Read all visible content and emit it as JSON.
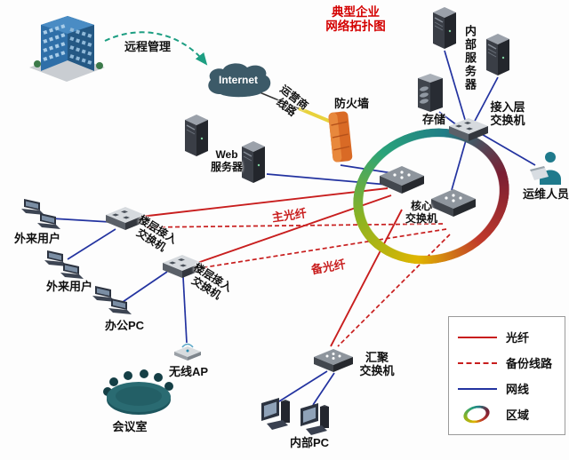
{
  "title": {
    "line1": "典型企业",
    "line2": "网络拓扑图"
  },
  "nodes": {
    "remote_mgmt": "远程管理",
    "internet": "Internet",
    "carrier_line": "运营商线路",
    "firewall": "防火墙",
    "internal_servers": "内部服务器",
    "storage": "存储",
    "access_switch_l1": "接入层",
    "access_switch_l2": "交换机",
    "ops_staff": "运维人员",
    "core_switch_l1": "核心",
    "core_switch_l2": "交换机",
    "web_server_l1": "Web",
    "web_server_l2": "服务器",
    "floor_switch_l1": "楼层接入",
    "floor_switch_l2": "交换机",
    "external_users": "外来用户",
    "office_pc": "办公PC",
    "wireless_ap": "无线AP",
    "meeting_room": "会议室",
    "agg_switch_l1": "汇聚",
    "agg_switch_l2": "交换机",
    "internal_pc": "内部PC",
    "main_fiber": "主光纤",
    "backup_fiber": "备光纤"
  },
  "legend": {
    "items": [
      {
        "label": "光纤"
      },
      {
        "label": "备份线路"
      },
      {
        "label": "网线"
      },
      {
        "label": "区域"
      }
    ]
  },
  "colors": {
    "fiber_line": "#c81e1e",
    "network_cable": "#2333a0",
    "carrier_highlight": "#e8d23c",
    "title_red": "#d40000",
    "remote_arrow": "#1d9e82"
  }
}
